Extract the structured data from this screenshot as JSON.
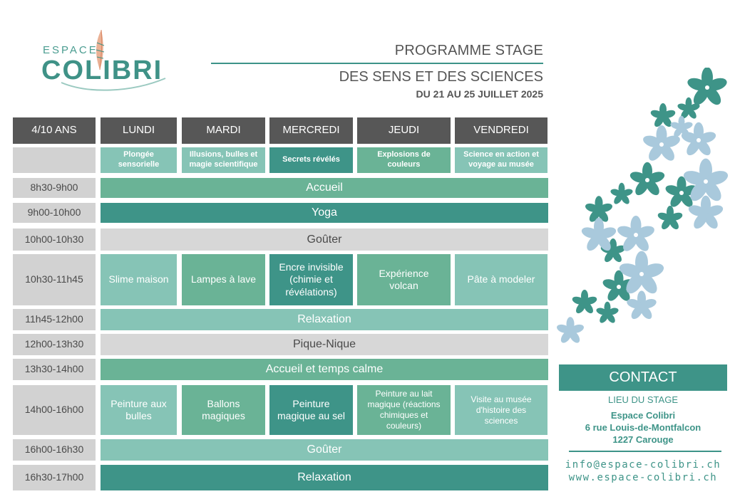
{
  "logo": {
    "line1": "ESPACE",
    "line2": "COLIBRI"
  },
  "header": {
    "title": "PROGRAMME STAGE",
    "subtitle": "DES SENS ET DES SCIENCES",
    "dates": "DU 21 AU 25 JUILLET 2025"
  },
  "table": {
    "age": "4/10 ANS",
    "days": [
      "LUNDI",
      "MARDI",
      "MERCREDI",
      "JEUDI",
      "VENDREDI"
    ],
    "themes": [
      "Plongée sensorielle",
      "Illusions, bulles et magie scientifique",
      "Secrets révélés",
      "Explosions de couleurs",
      "Science en action et voyage au musée"
    ],
    "times": [
      "8h30-9h00",
      "9h00-10h00",
      "10h00-10h30",
      "10h30-11h45",
      "11h45-12h00",
      "12h00-13h30",
      "13h30-14h00",
      "14h00-16h00",
      "16h00-16h30",
      "16h30-17h00"
    ],
    "accueil": "Accueil",
    "yoga": "Yoga",
    "gouter1": "Goûter",
    "morning": [
      "Slime maison",
      "Lampes à lave",
      "Encre invisible (chimie et révélations)",
      "Expérience volcan",
      "Pâte à modeler"
    ],
    "relaxation1": "Relaxation",
    "pique_nique": "Pique-Nique",
    "accueil_calme": "Accueil et temps calme",
    "afternoon": [
      "Peinture aux bulles",
      "Ballons magiques",
      "Peinture magique au sel",
      "Peinture au lait magique (réactions chimiques et couleurs)",
      "Visite au musée d'histoire des sciences"
    ],
    "gouter2": "Goûter",
    "relaxation2": "Relaxation"
  },
  "contact": {
    "title": "CONTACT",
    "lieu": "LIEU DU STAGE",
    "name": "Espace Colibri",
    "street": "6 rue Louis-de-Montfalcon",
    "city": "1227 Carouge",
    "email": "info@espace-colibri.ch",
    "web": "www.espace-colibri.ch"
  },
  "colors": {
    "teal_dark": "#3e9488",
    "teal_mid": "#6ab396",
    "teal_light": "#86c4b6",
    "header_grey": "#575757",
    "cell_grey": "#d2d2d2",
    "flower_blue": "#a9c9dc"
  }
}
